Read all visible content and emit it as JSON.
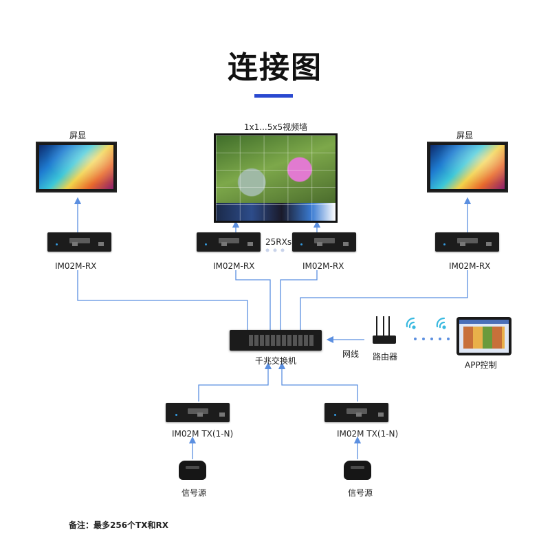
{
  "title": "连接图",
  "labels": {
    "screen_left": "屏显",
    "screen_right": "屏显",
    "video_wall": "1x1...5x5视频墙",
    "rx_left": "IM02M-RX",
    "rx_center_left": "IM02M-RX",
    "rx_center_right": "IM02M-RX",
    "rx_right": "IM02M-RX",
    "rx_count": "25RXs",
    "switch": "千兆交换机",
    "network_cable": "网线",
    "router": "路由器",
    "app_control": "APP控制",
    "tx_left": "IM02M TX(1-N)",
    "tx_right": "IM02M TX(1-N)",
    "source_left": "信号源",
    "source_right": "信号源"
  },
  "note": "备注：最多256个TX和RX",
  "colors": {
    "accent": "#2a49d0",
    "wire": "#5b8fe0",
    "device": "#1c1c1c"
  }
}
